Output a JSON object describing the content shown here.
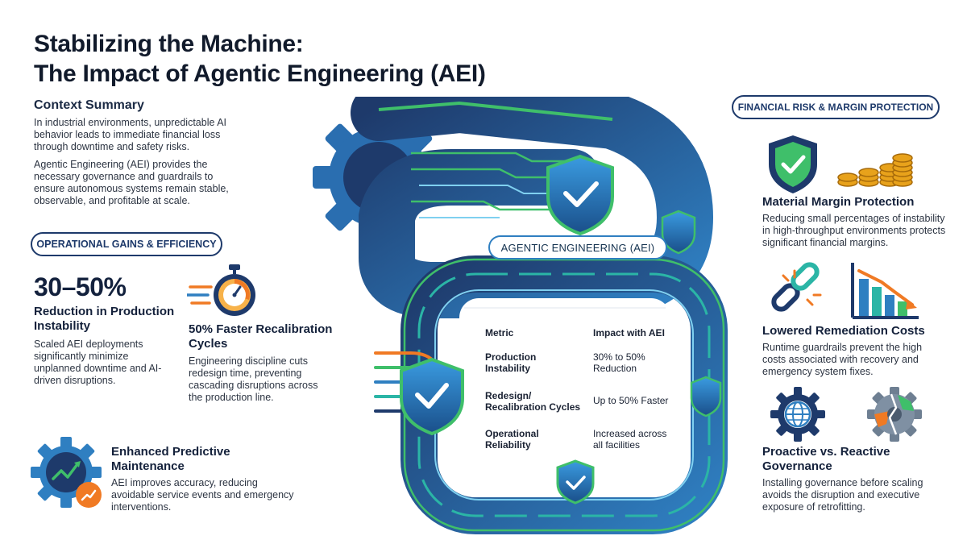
{
  "title": {
    "line1": "Stabilizing the Machine:",
    "line2": "The Impact of Agentic Engineering (AEI)"
  },
  "context": {
    "heading": "Context Summary",
    "para1": "In industrial environments, unpredictable AI behavior leads to immediate financial loss through downtime and safety risks.",
    "para2": "Agentic Engineering (AEI) provides the necessary governance and guardrails to ensure autonomous systems remain stable, observable, and profitable at scale."
  },
  "operational": {
    "pill": "OPERATIONAL GAINS & EFFICIENCY",
    "stat_value": "30–50%",
    "stat_heading": "Reduction in Production Instability",
    "stat_body": "Scaled AEI deployments significantly minimize unplanned downtime and AI-driven disruptions.",
    "faster_heading": "50% Faster Recalibration Cycles",
    "faster_body": "Engineering discipline cuts redesign time, preventing cascading disruptions across the production line.",
    "maint_heading": "Enhanced Predictive Maintenance",
    "maint_body": "AEI improves accuracy, reducing avoidable service events and emergency interventions."
  },
  "center": {
    "label": "AGENTIC ENGINEERING (AEI)",
    "table": {
      "headers": [
        "Metric",
        "Impact with AEI"
      ],
      "rows": [
        {
          "metric": "Production Instability",
          "impact": "30% to 50% Reduction"
        },
        {
          "metric": "Redesign/ Recalibration Cycles",
          "impact": "Up to 50% Faster"
        },
        {
          "metric": "Operational Reliability",
          "impact": "Increased across all facilities"
        }
      ]
    }
  },
  "financial": {
    "pill": "FINANCIAL RISK & MARGIN PROTECTION",
    "margin_heading": "Material Margin Protection",
    "margin_body": "Reducing small percentages of instability in high-throughput environments protects significant financial margins.",
    "remed_heading": "Lowered Remediation Costs",
    "remed_body": "Runtime guardrails prevent the high costs associated with recovery and emergency system fixes.",
    "gov_heading": "Proactive vs. Reactive Governance",
    "gov_body": "Installing governance before scaling avoids the disruption and executive exposure of retrofitting."
  },
  "icons": {
    "left": [
      "stopwatch-icon",
      "gear-chart-icon"
    ],
    "center": [
      "gear-icon",
      "shield-check-icon"
    ],
    "right": [
      "shield-check-icon",
      "coin-stack-icon",
      "broken-chain-icon",
      "declining-bar-chart-icon",
      "globe-gear-icon",
      "broken-gear-icon"
    ]
  },
  "colors": {
    "navy": "#1e3a6b",
    "blue": "#2f7fc1",
    "teal": "#2bb5a6",
    "green": "#3fbf6a",
    "orange": "#f07a24",
    "gold": "#e8a21b"
  }
}
